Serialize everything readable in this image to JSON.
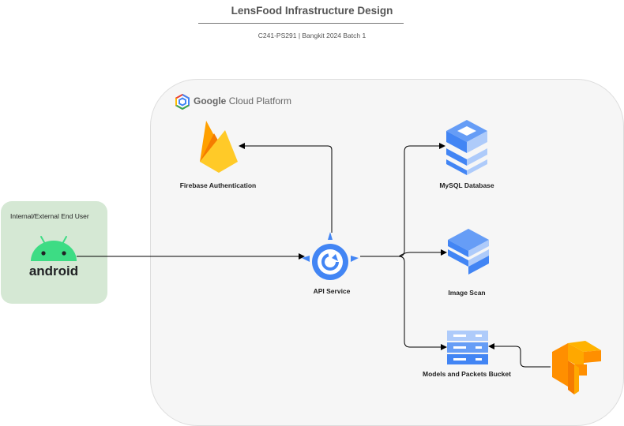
{
  "header": {
    "title": "LensFood Infrastructure Design",
    "subtitle": "C241-PS291 | Bangkit 2024 Batch 1"
  },
  "platform": {
    "brand_word": "Google",
    "product_words": "Cloud Platform"
  },
  "user_group": {
    "label": "Internal/External End User",
    "logo_text": "android"
  },
  "nodes": {
    "firebase": {
      "label": "Firebase Authentication",
      "icon": "firebase-icon"
    },
    "api": {
      "label": "API Service",
      "icon": "api-gateway-icon"
    },
    "mysql": {
      "label": "MySQL Database",
      "icon": "cloud-sql-icon"
    },
    "image_scan": {
      "label": "Image Scan",
      "icon": "ml-engine-icon"
    },
    "bucket": {
      "label": "Models and Packets Bucket",
      "icon": "cloud-storage-icon"
    },
    "tensorflow": {
      "icon": "tensorflow-icon"
    }
  },
  "colors": {
    "gcp_blue": "#4285f4",
    "firebase_orange": "#ffa000",
    "firebase_yellow": "#ffca28",
    "android_green": "#3ddc84",
    "tensorflow_orange": "#ff8f00",
    "user_box_green": "#d5e8d4"
  }
}
